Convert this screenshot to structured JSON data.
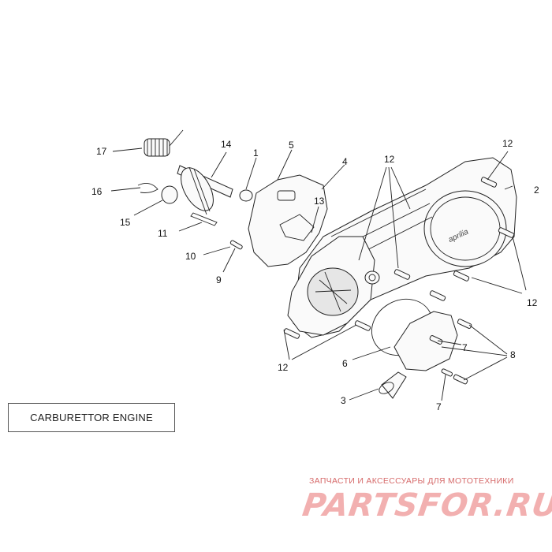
{
  "callouts": {
    "n1": "1",
    "n2": "2",
    "n3": "3",
    "n4": "4",
    "n5": "5",
    "n6": "6",
    "n7a": "7",
    "n7b": "7",
    "n8": "8",
    "n9": "9",
    "n10": "10",
    "n11": "11",
    "n12a": "12",
    "n12b": "12",
    "n12c": "12",
    "n12d": "12",
    "n13": "13",
    "n14": "14",
    "n15": "15",
    "n16": "16",
    "n17": "17"
  },
  "engine_label": "CARBURETTOR ENGINE",
  "cover_logo": "aprilia",
  "watermark": {
    "tagline": "ЗАПЧАСТИ И АКСЕССУАРЫ ДЛЯ МОТОТЕХНИКИ",
    "logo": "PARTSFOR.RU"
  },
  "colors": {
    "line": "#222222",
    "watermark": "#f2b0b0"
  }
}
